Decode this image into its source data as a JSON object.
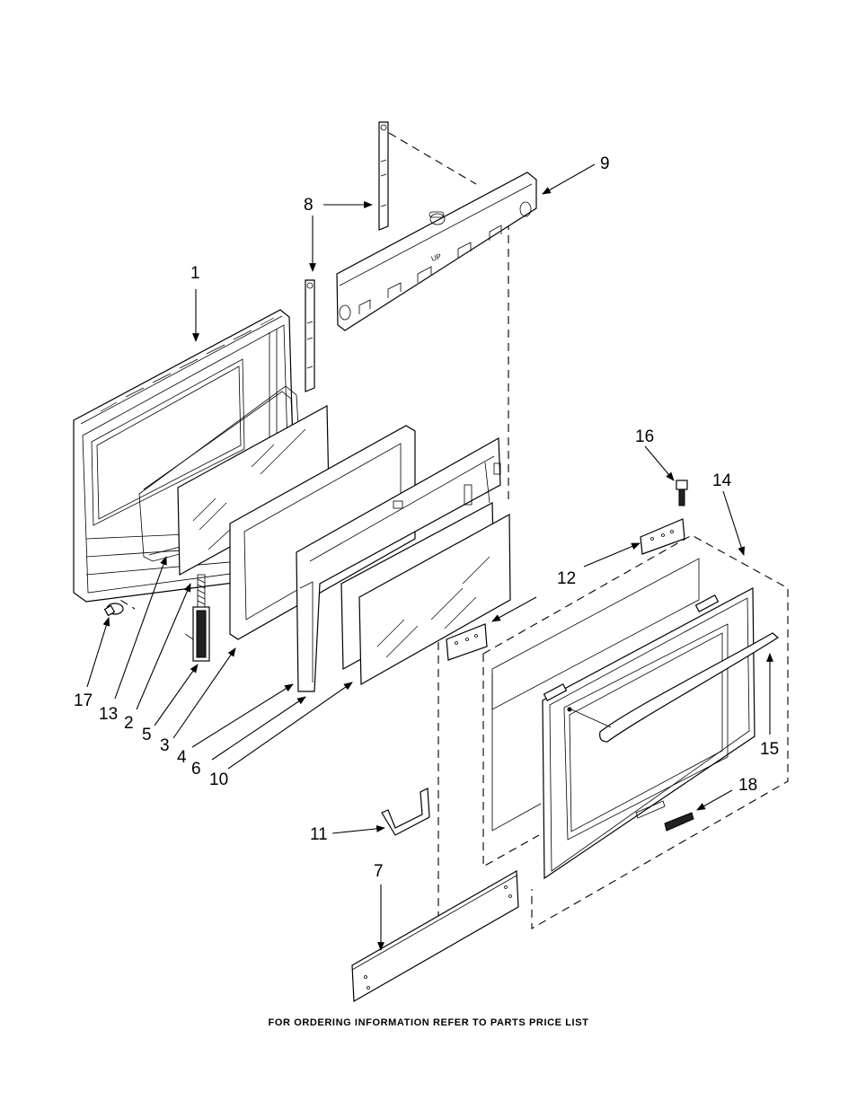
{
  "callouts": {
    "c1": "1",
    "c2": "2",
    "c3": "3",
    "c4": "4",
    "c5": "5",
    "c6": "6",
    "c7": "7",
    "c8": "8",
    "c9": "9",
    "c10": "10",
    "c11": "11",
    "c12": "12",
    "c13": "13",
    "c14": "14",
    "c15": "15",
    "c16": "16",
    "c17": "17",
    "c18": "18"
  },
  "part_markings": {
    "up_label": "UP"
  },
  "footer": {
    "text": "FOR ORDERING INFORMATION REFER TO PARTS PRICE LIST"
  }
}
